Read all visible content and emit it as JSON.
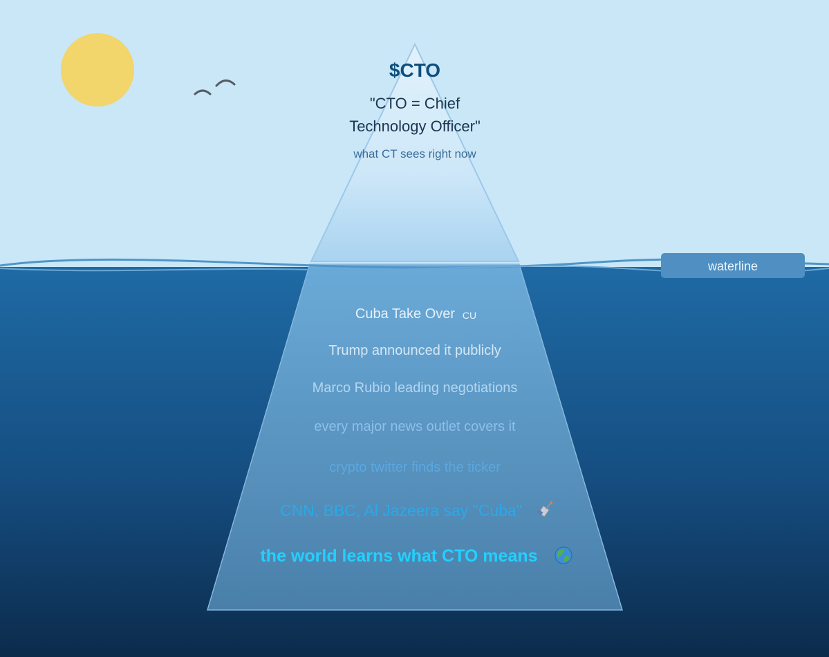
{
  "tip": {
    "title": "$CTO",
    "quote_line1": "\"CTO = Chief",
    "quote_line2": "Technology Officer\"",
    "caption": "what CT sees right now"
  },
  "waterline_label": "waterline",
  "depths": [
    {
      "text": "Cuba Take Over",
      "flag_text": "CU",
      "color": "#e6f1fa"
    },
    {
      "text": "Trump announced it publicly",
      "color": "#d4e7f5"
    },
    {
      "text": "Marco Rubio leading negotiations",
      "color": "#b3d6f0"
    },
    {
      "text": "every major news outlet covers it",
      "color": "#8cc0e8"
    },
    {
      "text": "crypto twitter finds the ticker",
      "color": "#5aa8e2"
    },
    {
      "text": "CNN, BBC, Al Jazeera say \"Cuba\"",
      "icon": "satellite-icon",
      "color": "#2aa9ea"
    },
    {
      "text": "the world learns what CTO means",
      "icon": "globe-icon",
      "color": "#22d0ff"
    }
  ],
  "colors": {
    "sky": "#c9e7f7",
    "sun": "#f2d56b",
    "water_top": "#1f6aa5",
    "water_bottom": "#0c2b4c",
    "title": "#0e4f7e",
    "quote": "#1c3550",
    "caption": "#3c6e99"
  }
}
